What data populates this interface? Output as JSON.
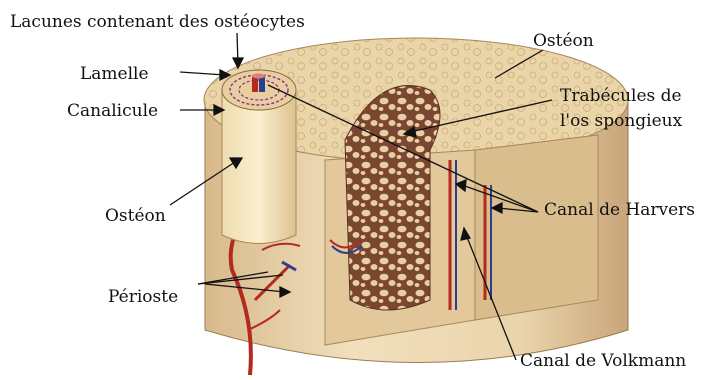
{
  "labels": {
    "lacunes": "Lacunes contenant des ostéocytes",
    "lamelle": "Lamelle",
    "canalicule": "Canalicule",
    "osteon_left": "Ostéon",
    "osteon_top": "Ostéon",
    "trabecules_line1": "Trabécules de",
    "trabecules_line2": "l'os spongieux",
    "canal_harvers": "Canal de Harvers",
    "periost": "Périoste",
    "canal_volkmann": "Canal de Volkmann"
  },
  "colors": {
    "bone_outer": "#edd9b4",
    "bone_top": "#e9d6aa",
    "spongy": "#6e3f2a",
    "vessel_red": "#b42a1e",
    "vessel_blue": "#2a3f8f"
  }
}
